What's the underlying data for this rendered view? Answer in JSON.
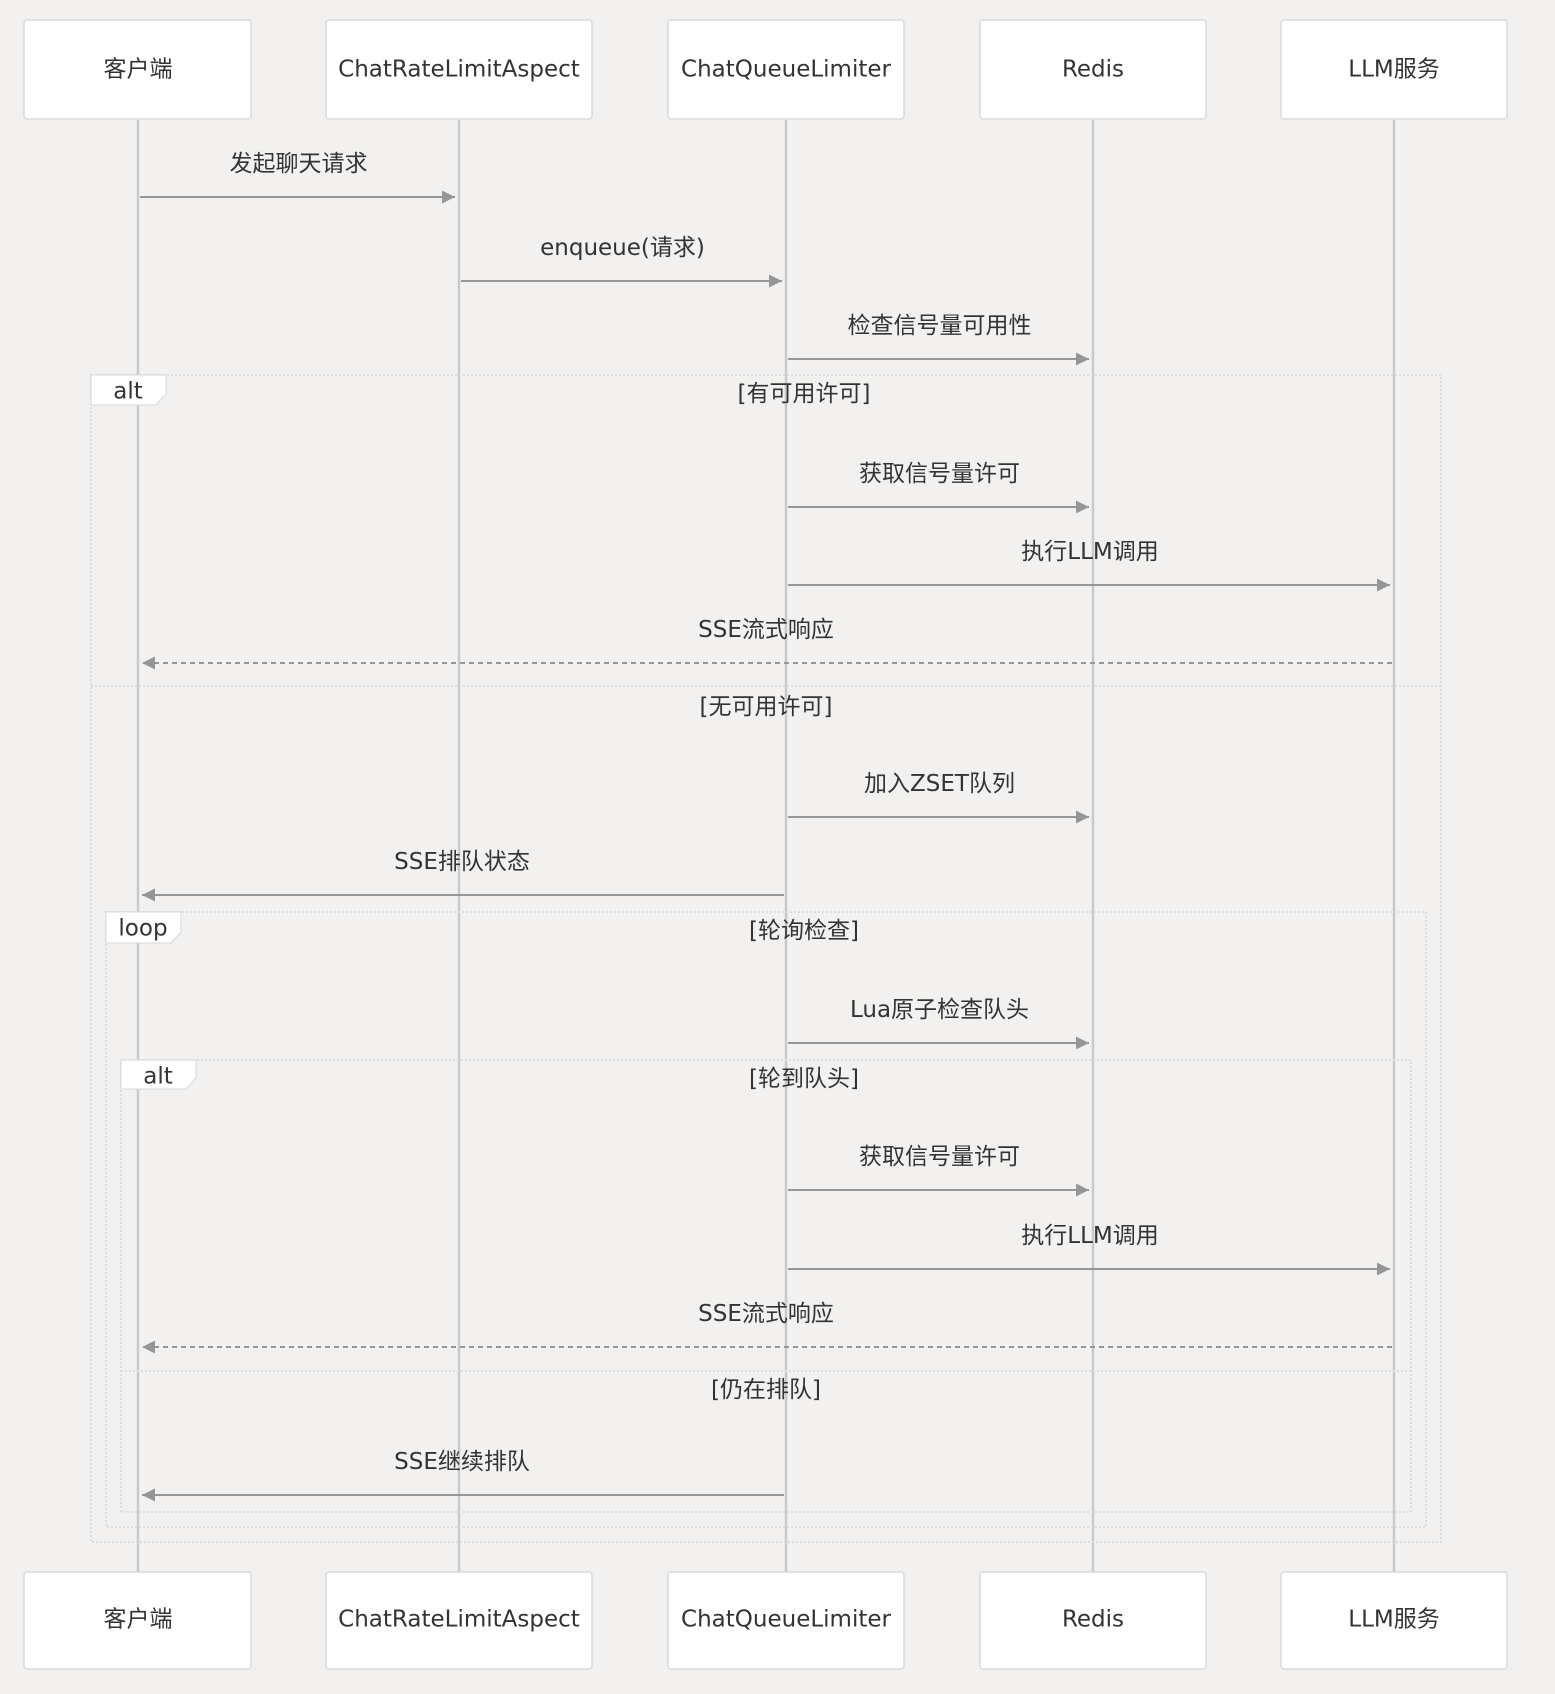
{
  "diagram": {
    "type": "sequence",
    "participants": [
      {
        "id": "client",
        "label": "客户端"
      },
      {
        "id": "aspect",
        "label": "ChatRateLimitAspect"
      },
      {
        "id": "limiter",
        "label": "ChatQueueLimiter"
      },
      {
        "id": "redis",
        "label": "Redis"
      },
      {
        "id": "llm",
        "label": "LLM服务"
      }
    ],
    "messages": [
      {
        "from": "client",
        "to": "aspect",
        "label": "发起聊天请求",
        "style": "solid"
      },
      {
        "from": "aspect",
        "to": "limiter",
        "label": "enqueue(请求)",
        "style": "solid"
      },
      {
        "from": "limiter",
        "to": "redis",
        "label": "检查信号量可用性",
        "style": "solid"
      },
      {
        "from": "limiter",
        "to": "redis",
        "label": "获取信号量许可",
        "style": "solid"
      },
      {
        "from": "limiter",
        "to": "llm",
        "label": "执行LLM调用",
        "style": "solid"
      },
      {
        "from": "llm",
        "to": "client",
        "label": "SSE流式响应",
        "style": "dashed"
      },
      {
        "from": "limiter",
        "to": "redis",
        "label": "加入ZSET队列",
        "style": "solid"
      },
      {
        "from": "limiter",
        "to": "client",
        "label": "SSE排队状态",
        "style": "solid"
      },
      {
        "from": "limiter",
        "to": "redis",
        "label": "Lua原子检查队头",
        "style": "solid"
      },
      {
        "from": "limiter",
        "to": "redis",
        "label": "获取信号量许可",
        "style": "solid"
      },
      {
        "from": "limiter",
        "to": "llm",
        "label": "执行LLM调用",
        "style": "solid"
      },
      {
        "from": "llm",
        "to": "client",
        "label": "SSE流式响应",
        "style": "dashed"
      },
      {
        "from": "limiter",
        "to": "client",
        "label": "SSE继续排队",
        "style": "solid"
      }
    ],
    "fragments": [
      {
        "kind": "alt",
        "conditions": [
          "[有可用许可]",
          "[无可用许可]"
        ]
      },
      {
        "kind": "loop",
        "conditions": [
          "[轮询检查]"
        ]
      },
      {
        "kind": "alt",
        "conditions": [
          "[轮到队头]",
          "[仍在排队]"
        ]
      }
    ]
  }
}
